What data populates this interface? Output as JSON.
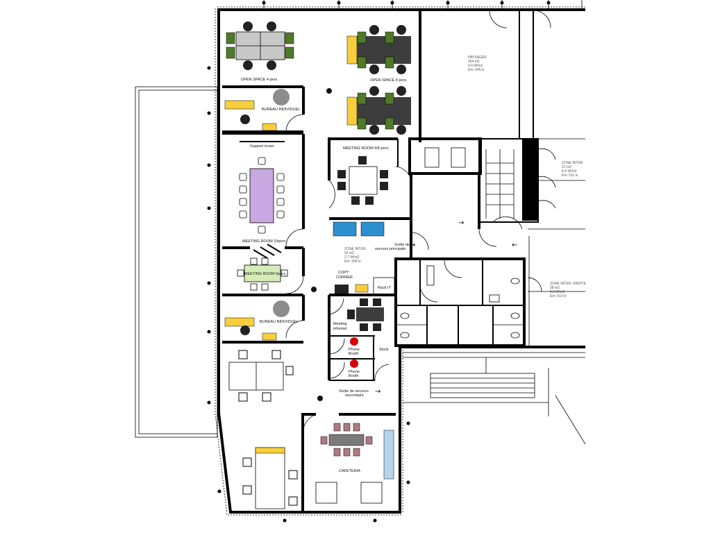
{
  "plan": {
    "rooms": {
      "open_space_4": "OPEN SPACE 4 pers.",
      "open_space_8": "OPEN SPACE 8 pers.",
      "bureau_1": "BUREAU INDIVIDUEL",
      "bureau_2": "BUREAU INDIVIDUEL",
      "support_ecran": "Support écran",
      "meeting_6_8": "MEETING ROOM 6/8 pers.",
      "meeting_10": "MEETING ROOM 10pers.",
      "meeting_5": "MEETING ROOM 5pers.",
      "copy_corner_1": "COPY",
      "copy_corner_2": "CORNER",
      "rack_it": "Rack IT",
      "meeting_informel_1": "Meeting",
      "meeting_informel_2": "informel",
      "phone_booth_a1": "Phone",
      "phone_booth_a2": "Booth",
      "phone_booth_b1": "Phone",
      "phone_booth_b2": "Booth",
      "stock": "Stock",
      "cafeteria": "CAFETERIA"
    },
    "exits": {
      "principale_1": "Sortie de",
      "principale_2": "secours principale",
      "secondaire_1": "Sortie de secours",
      "secondaire_2": "secondaire"
    },
    "zones": {
      "paysager": [
        "PAYSAGER",
        "254 m2",
        "4.4 W/m2",
        "Em: 545 lx"
      ],
      "inter_top": [
        "ZONE INTER.",
        "21 m2",
        "4.4 W/m2",
        "Em: 511 lx"
      ],
      "inter_center": [
        "ZONE INTER.",
        "52 m2",
        "2.7 W/m2",
        "Em: 308 lx"
      ],
      "inter_droite": [
        "ZONE INTER. DROITE",
        "38 m2",
        "4.8 W/m2",
        "Em: 513 lx"
      ]
    },
    "colors": {
      "desk_green": "#4f7a28",
      "desk_dark": "#3d3d3d",
      "yellow": "#f7cf3c",
      "purple": "#c8a8e0",
      "light_green": "#d6ecb8",
      "blue": "#2b8fd0",
      "red": "#d40000",
      "cafe_chair": "#b07a80"
    }
  }
}
